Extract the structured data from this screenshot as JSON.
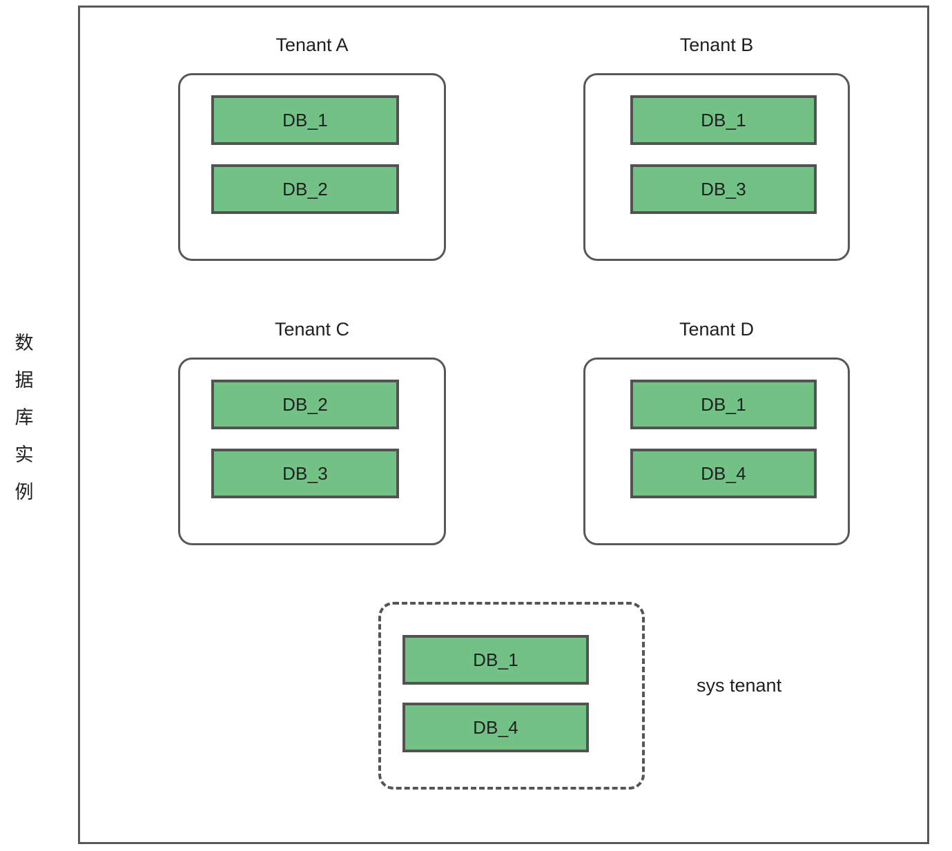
{
  "diagram": {
    "instance_label": "数据库实例",
    "outer_frame_color": "#575757",
    "db_fill_color": "#72C286",
    "db_border_color": "#525252"
  },
  "tenants": [
    {
      "title": "Tenant A",
      "style": "solid",
      "databases": [
        {
          "label": "DB_1"
        },
        {
          "label": "DB_2"
        }
      ]
    },
    {
      "title": "Tenant B",
      "style": "solid",
      "databases": [
        {
          "label": "DB_1"
        },
        {
          "label": "DB_3"
        }
      ]
    },
    {
      "title": "Tenant C",
      "style": "solid",
      "databases": [
        {
          "label": "DB_2"
        },
        {
          "label": "DB_3"
        }
      ]
    },
    {
      "title": "Tenant D",
      "style": "solid",
      "databases": [
        {
          "label": "DB_1"
        },
        {
          "label": "DB_4"
        }
      ]
    }
  ],
  "sys_tenant": {
    "caption": "sys tenant",
    "style": "dashed",
    "databases": [
      {
        "label": "DB_1"
      },
      {
        "label": "DB_4"
      }
    ]
  }
}
